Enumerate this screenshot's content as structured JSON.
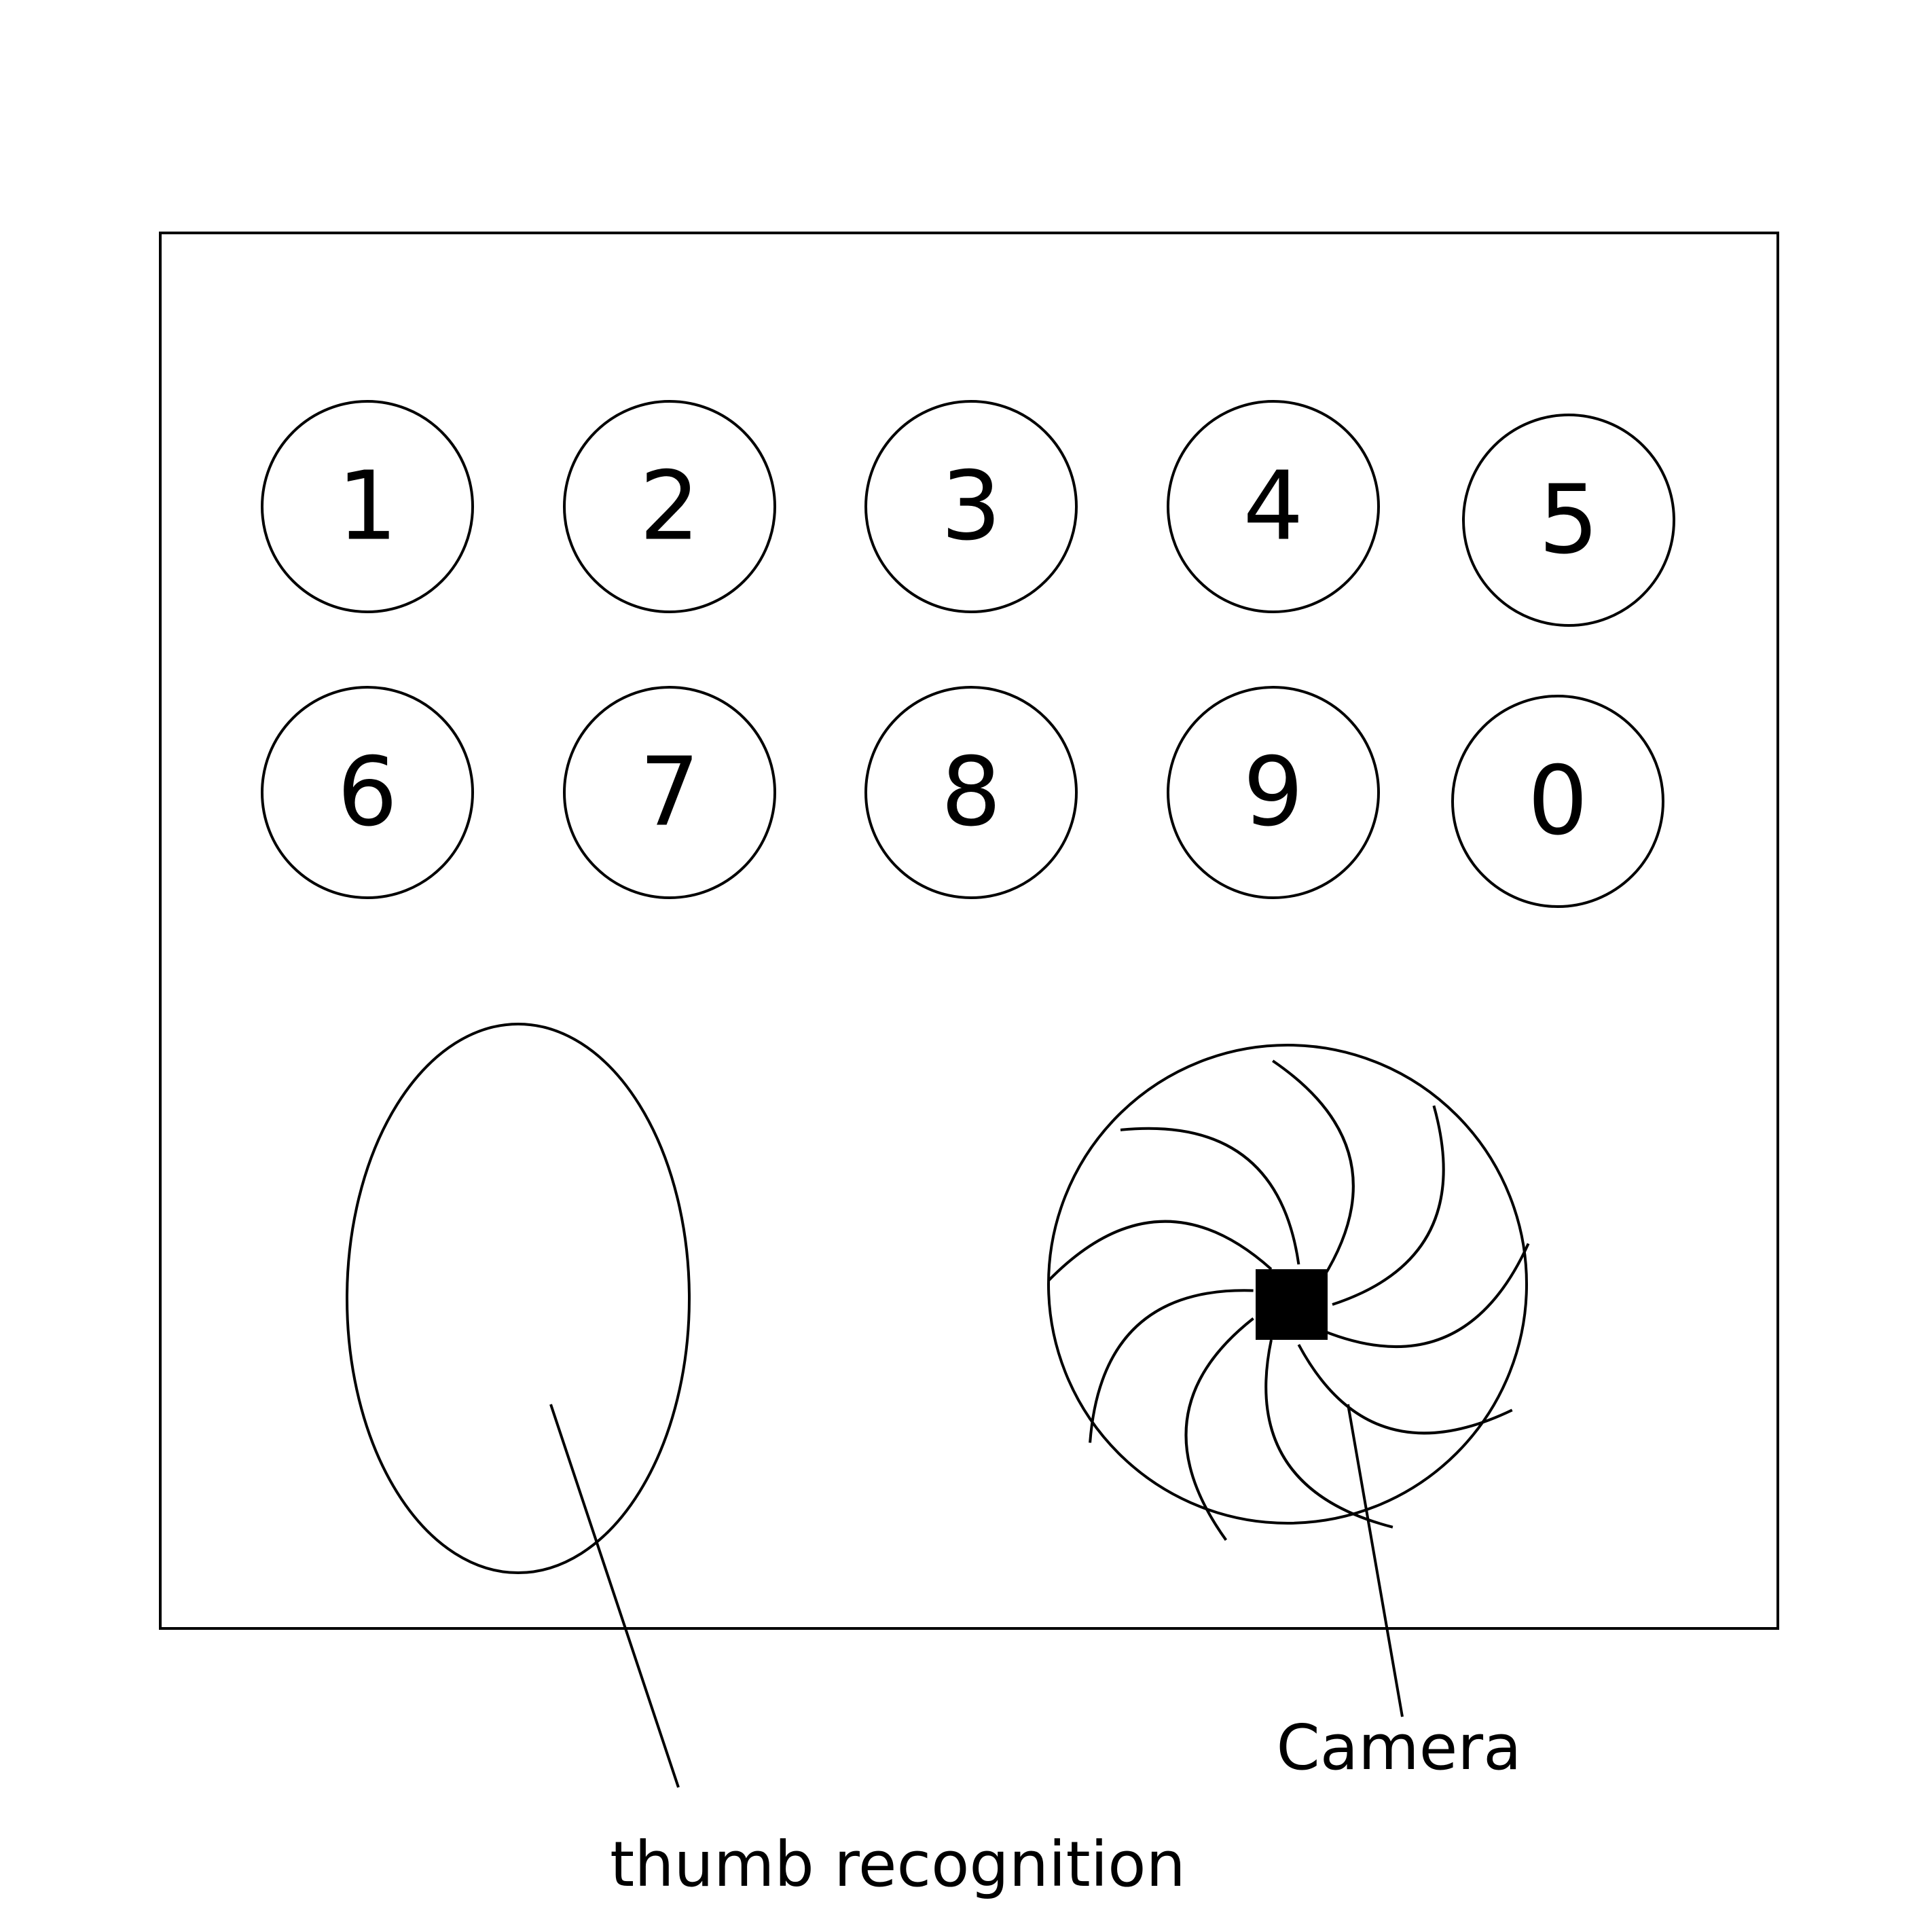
{
  "keypad": {
    "keys": [
      {
        "label": "1"
      },
      {
        "label": "2"
      },
      {
        "label": "3"
      },
      {
        "label": "4"
      },
      {
        "label": "5"
      },
      {
        "label": "6"
      },
      {
        "label": "7"
      },
      {
        "label": "8"
      },
      {
        "label": "9"
      },
      {
        "label": "0"
      }
    ]
  },
  "labels": {
    "thumb": "thumb recognition",
    "camera": "Camera"
  },
  "colors": {
    "stroke": "#000000",
    "background": "#ffffff"
  }
}
